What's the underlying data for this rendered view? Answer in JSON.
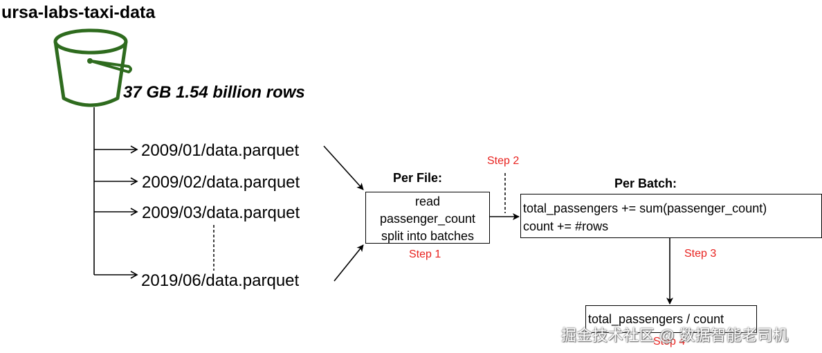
{
  "title": "ursa-labs-taxi-data",
  "bucket_stats": "37 GB 1.54 billion rows",
  "files": [
    "2009/01/data.parquet",
    "2009/02/data.parquet",
    "2009/03/data.parquet",
    "2019/06/data.parquet"
  ],
  "per_file": {
    "heading": "Per File:",
    "lines": [
      "read",
      "passenger_count",
      "split into batches"
    ]
  },
  "per_batch": {
    "heading": "Per Batch:",
    "lines": [
      "total_passengers += sum(passenger_count)",
      "count += #rows"
    ]
  },
  "result": "total_passengers / count",
  "steps": [
    "Step 1",
    "Step 2",
    "Step 3",
    "Step 4"
  ],
  "watermark": "掘金技术社区 @ 数据智能老司机",
  "colors": {
    "bucket": "#2e6b1e",
    "step_text": "#e8211e"
  },
  "icons": {
    "bucket": "bucket-icon"
  }
}
